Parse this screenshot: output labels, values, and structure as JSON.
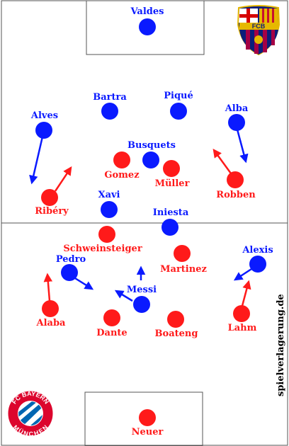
{
  "teams": {
    "barcelona": {
      "color": "#0a1aff",
      "crest_text": "FCB",
      "players": [
        {
          "key": "valdes",
          "name": "Valdes"
        },
        {
          "key": "bartra",
          "name": "Bartra"
        },
        {
          "key": "pique",
          "name": "Piqué"
        },
        {
          "key": "alves",
          "name": "Alves"
        },
        {
          "key": "alba",
          "name": "Alba"
        },
        {
          "key": "busquets",
          "name": "Busquets"
        },
        {
          "key": "xavi",
          "name": "Xavi"
        },
        {
          "key": "iniesta",
          "name": "Iniesta"
        },
        {
          "key": "pedro",
          "name": "Pedro"
        },
        {
          "key": "messi",
          "name": "Messi"
        },
        {
          "key": "alexis",
          "name": "Alexis"
        }
      ]
    },
    "bayern": {
      "color": "#ff1a1a",
      "crest_top_text": "FC BAYERN",
      "crest_bottom_text": "MÜNCHEN",
      "players": [
        {
          "key": "neuer",
          "name": "Neuer"
        },
        {
          "key": "gomez",
          "name": "Gomez"
        },
        {
          "key": "muller",
          "name": "Müller"
        },
        {
          "key": "robben",
          "name": "Robben"
        },
        {
          "key": "ribery",
          "name": "Ribéry"
        },
        {
          "key": "schweinsteiger",
          "name": "Schweinsteiger"
        },
        {
          "key": "martinez",
          "name": "Martinez"
        },
        {
          "key": "alaba",
          "name": "Alaba"
        },
        {
          "key": "dante",
          "name": "Dante"
        },
        {
          "key": "boateng",
          "name": "Boateng"
        },
        {
          "key": "lahm",
          "name": "Lahm"
        }
      ]
    }
  },
  "watermark": "spielverlagerung.de"
}
